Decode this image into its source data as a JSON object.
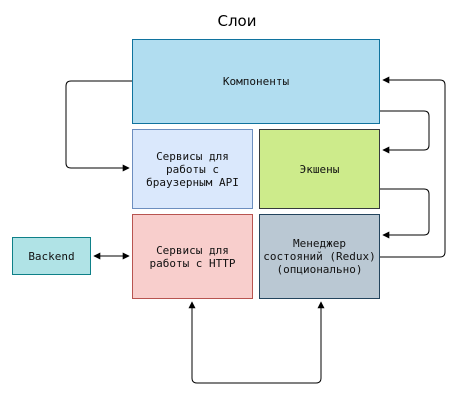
{
  "title": "Слои",
  "nodes": {
    "components": {
      "label": "Компоненты",
      "fill": "#b1ddf0",
      "stroke": "#10739e"
    },
    "browser_api": {
      "label": "Сервисы для\nработы с\nбраузерным API",
      "fill": "#dae8fc",
      "stroke": "#6c8ebf"
    },
    "actions": {
      "label": "Экшены",
      "fill": "#cdeb8b",
      "stroke": "#36393d"
    },
    "http": {
      "label": "Сервисы для\nработы с HTTP",
      "fill": "#f8cecc",
      "stroke": "#b85450"
    },
    "state": {
      "label": "Менеджер\nсостояний (Redux)\n(опционально)",
      "fill": "#bac8d3",
      "stroke": "#23445d"
    },
    "backend": {
      "label": "Backend",
      "fill": "#b0e3e6",
      "stroke": "#0e8088"
    }
  },
  "colors": {
    "edge": "#000000"
  }
}
